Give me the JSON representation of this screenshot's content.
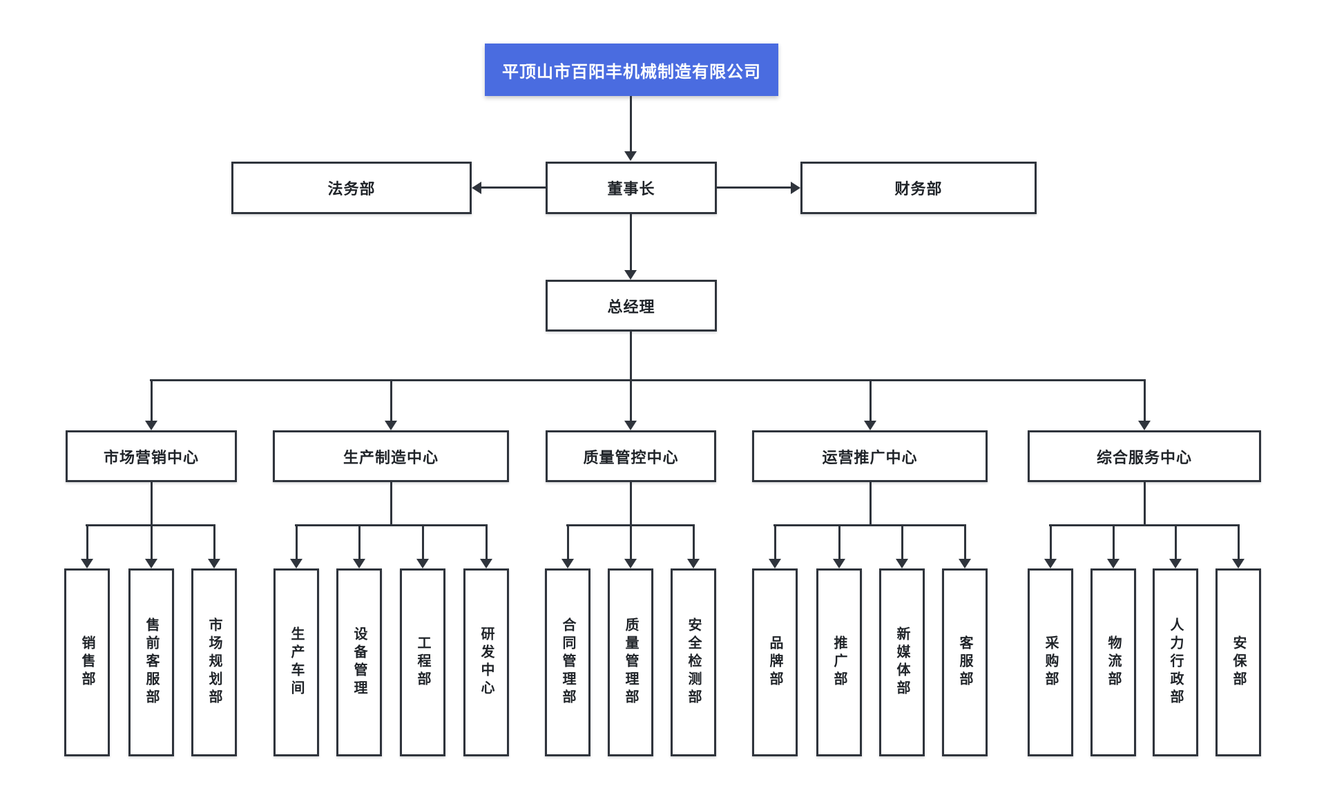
{
  "org": {
    "company": "平顶山市百阳丰机械制造有限公司",
    "legal": "法务部",
    "chairman": "董事长",
    "finance": "财务部",
    "general_manager": "总经理",
    "centers": [
      {
        "label": "市场营销中心",
        "departments": [
          "销售部",
          "售前客服部",
          "市场规划部"
        ]
      },
      {
        "label": "生产制造中心",
        "departments": [
          "生产车间",
          "设备管理",
          "工程部",
          "研发中心"
        ]
      },
      {
        "label": "质量管控中心",
        "departments": [
          "合同管理部",
          "质量管理部",
          "安全检测部"
        ]
      },
      {
        "label": "运营推广中心",
        "departments": [
          "品牌部",
          "推广部",
          "新媒体部",
          "客服部"
        ]
      },
      {
        "label": "综合服务中心",
        "departments": [
          "采购部",
          "物流部",
          "人力行政部",
          "安保部"
        ]
      }
    ],
    "colors": {
      "root_bg": "#4a6ce0",
      "root_text": "#ffffff",
      "line": "#2f343c",
      "border": "#2f343c",
      "text": "#1f2328",
      "background": "#ffffff"
    }
  }
}
